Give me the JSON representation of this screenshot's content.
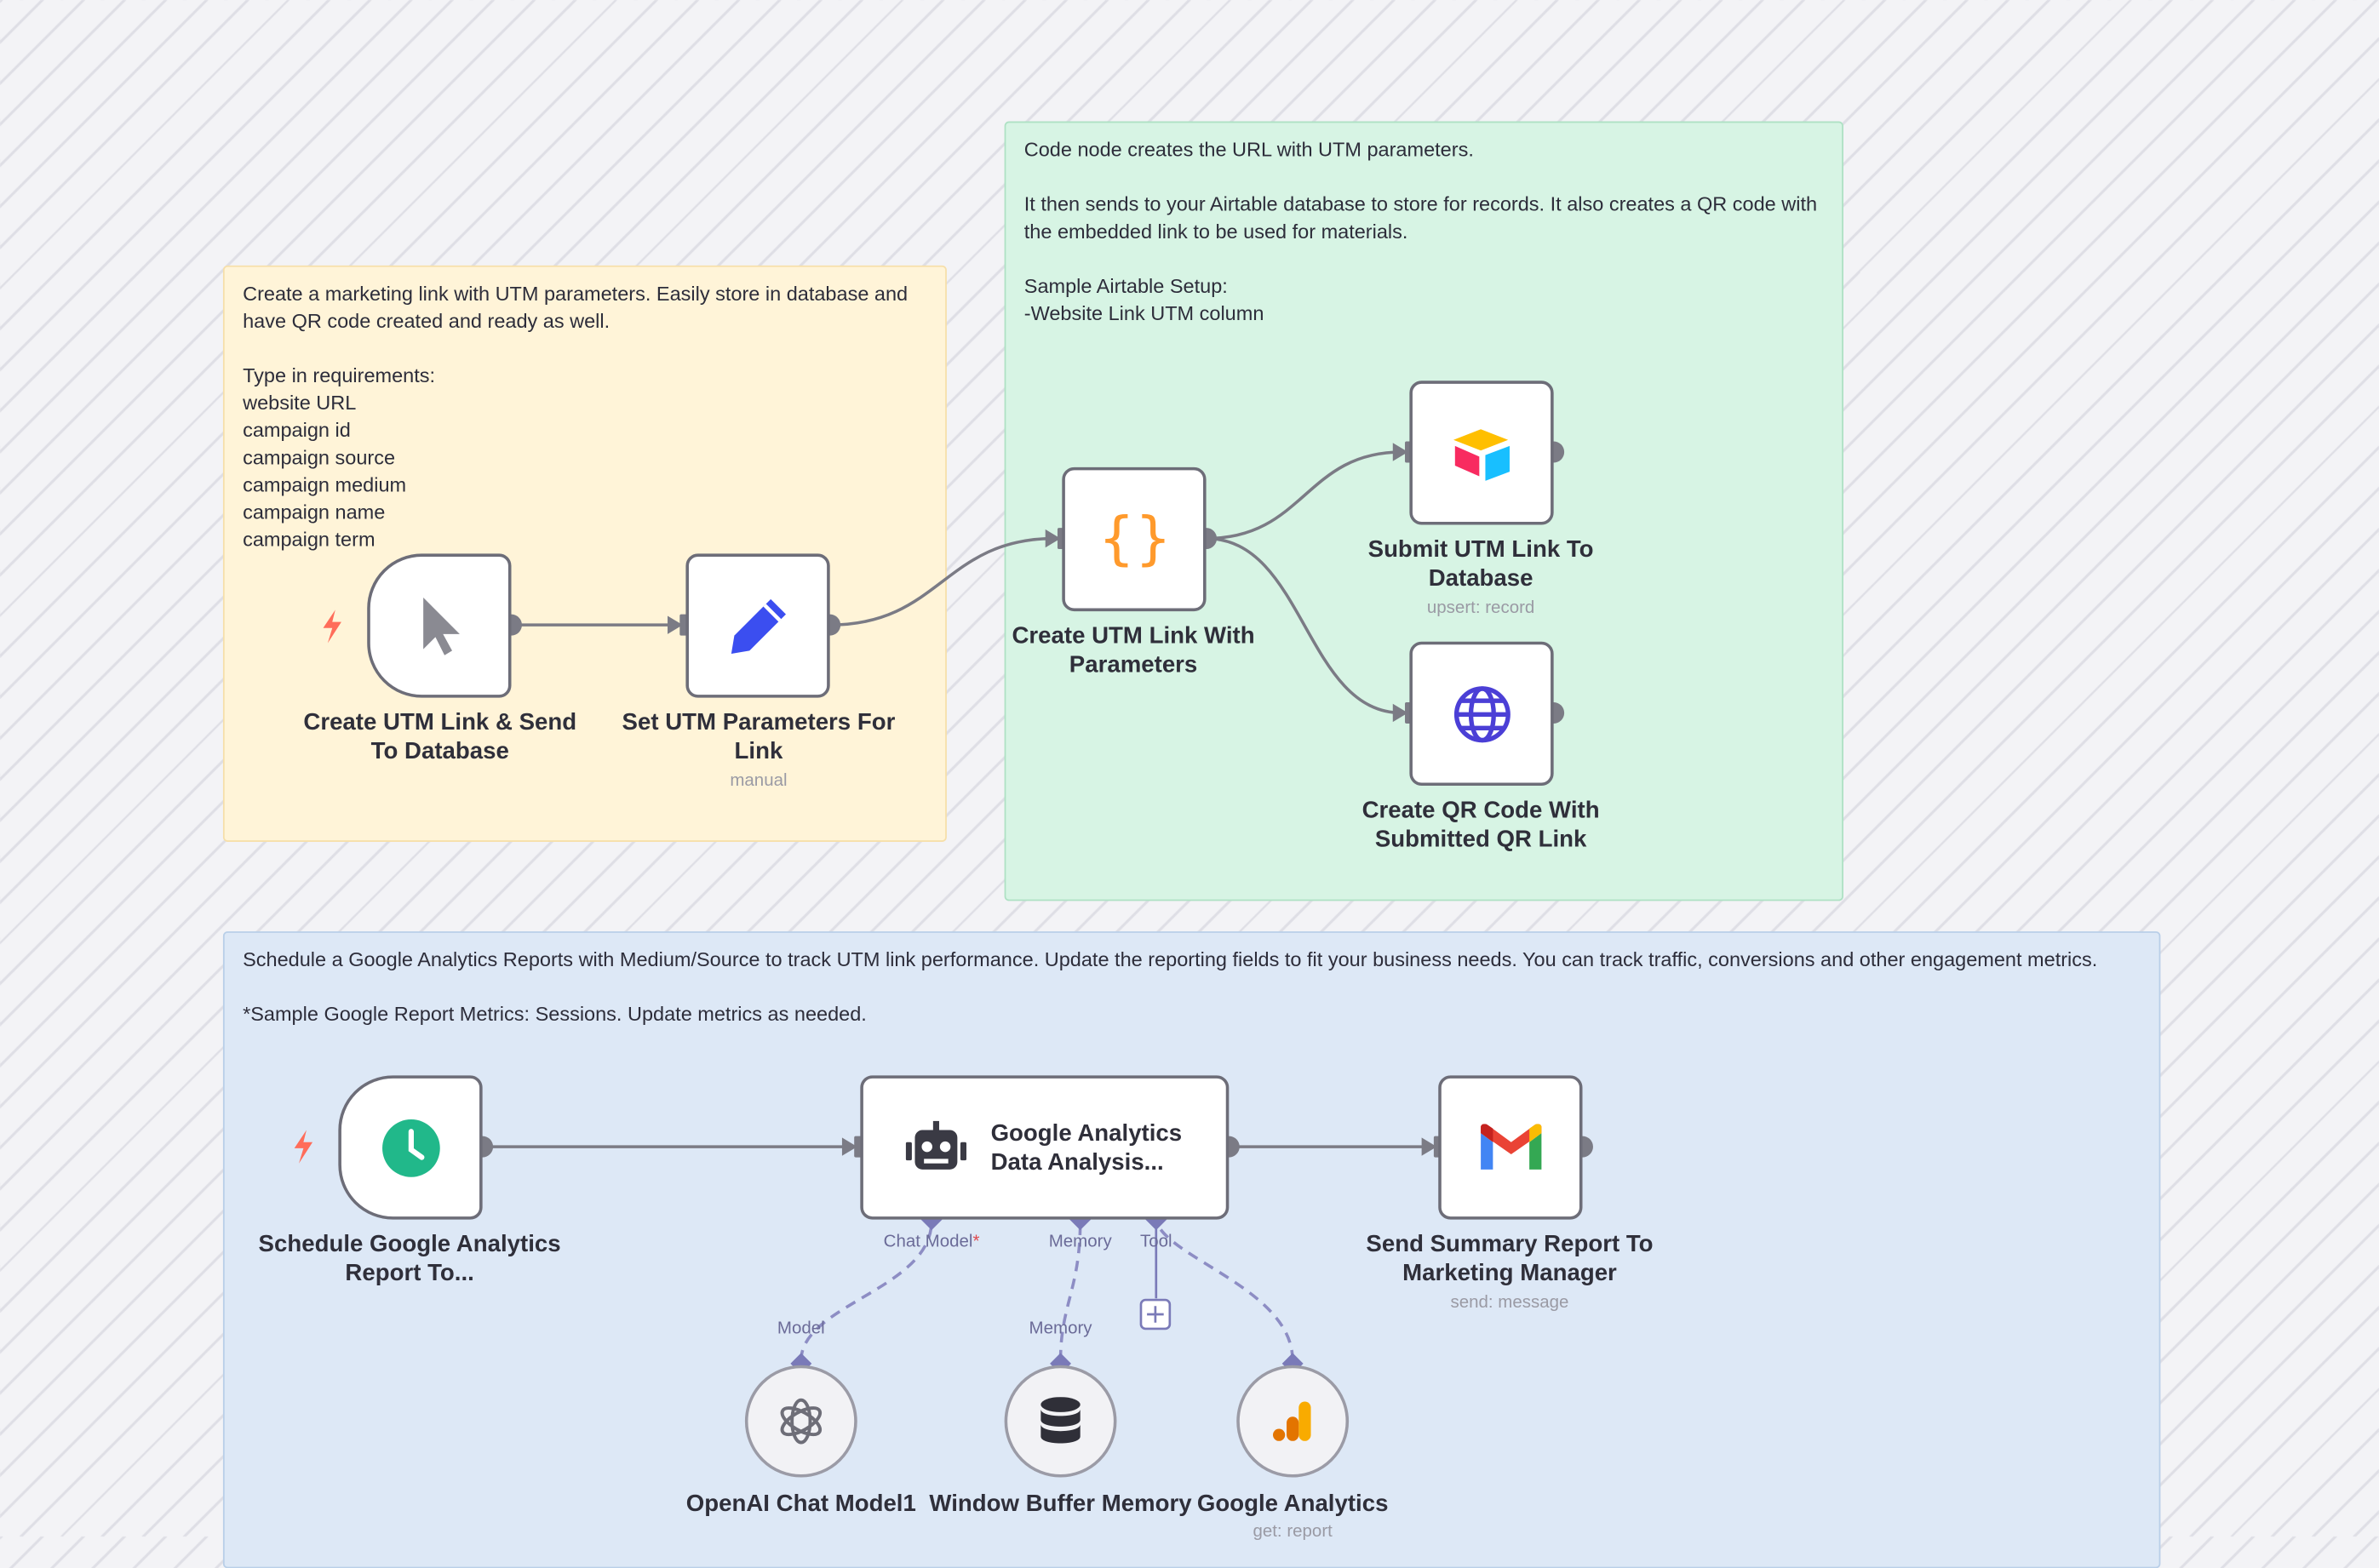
{
  "notes": {
    "yellow": "Create a marketing link with UTM parameters. Easily store in database and have QR code created and ready as well.\n\nType in requirements:\nwebsite URL\ncampaign id\ncampaign source\ncampaign medium\ncampaign name\ncampaign term",
    "green": "Code node creates the URL with UTM parameters.\n\nIt then sends to your Airtable database to store for records. It also creates a QR code with the embedded link to be used for materials.\n\nSample Airtable Setup:\n-Website Link UTM column",
    "blue": "Schedule a Google Analytics Reports with Medium/Source to track UTM link performance. Update the reporting fields to fit your business needs. You can track traffic, conversions and other engagement metrics.\n\n*Sample Google Report Metrics: Sessions. Update metrics as needed."
  },
  "nodes": {
    "manual_trigger": {
      "name": "Create UTM Link & Send To Database",
      "icon": "cursor-icon"
    },
    "set_params": {
      "name": "Set UTM Parameters For Link",
      "subtitle": "manual",
      "icon": "pencil-icon"
    },
    "code": {
      "name": "Create UTM Link With Parameters",
      "icon": "code-braces-icon"
    },
    "airtable": {
      "name": "Submit UTM Link To Database",
      "subtitle": "upsert: record",
      "icon": "airtable-icon"
    },
    "qr": {
      "name": "Create QR Code With Submitted QR Link",
      "icon": "globe-icon"
    },
    "schedule": {
      "name": "Schedule Google Analytics Report To...",
      "icon": "clock-icon"
    },
    "agent": {
      "name": "Google Analytics Data Analysis...",
      "icon": "robot-icon"
    },
    "gmail": {
      "name": "Send Summary Report To Marketing Manager",
      "subtitle": "send: message",
      "icon": "gmail-icon"
    },
    "openai": {
      "name": "OpenAI Chat Model1",
      "icon": "openai-icon"
    },
    "memory": {
      "name": "Window Buffer Memory",
      "icon": "database-icon"
    },
    "ga_tool": {
      "name": "Google Analytics",
      "subtitle": "get: report",
      "icon": "google-analytics-icon"
    }
  },
  "ports": {
    "chat_model": "Chat Model",
    "chat_model_required": "*",
    "memory": "Memory",
    "tool": "Tool",
    "model_in": "Model",
    "memory_in": "Memory"
  },
  "colors": {
    "trigger_bolt": "#ff6d5a",
    "edge": "#7b7b85",
    "sub_edge": "#8d8dc4"
  }
}
